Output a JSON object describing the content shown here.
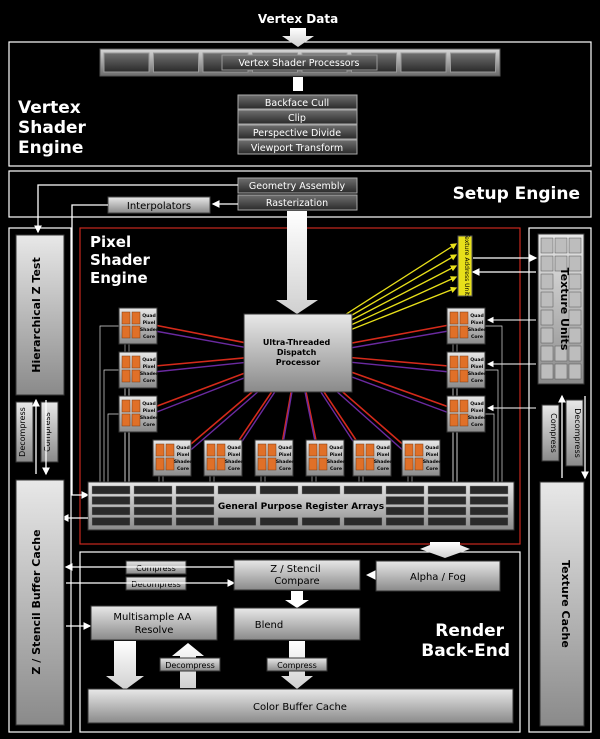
{
  "top_input": "Vertex Data",
  "vertex_engine": {
    "title_line1": "Vertex",
    "title_line2": "Shader",
    "title_line3": "Engine",
    "processors_label": "Vertex Shader Processors",
    "stages": [
      "Backface Cull",
      "Clip",
      "Perspective Divide",
      "Viewport Transform"
    ]
  },
  "setup_engine": {
    "title": "Setup Engine",
    "geometry_assembly": "Geometry Assembly",
    "rasterization": "Rasterization",
    "interpolators": "Interpolators"
  },
  "pixel_engine": {
    "title_line1": "Pixel",
    "title_line2": "Shader",
    "title_line3": "Engine",
    "dispatch_line1": "Ultra-Threaded",
    "dispatch_line2": "Dispatch",
    "dispatch_line3": "Processor",
    "quad_line1": "Quad",
    "quad_line2": "Pixel",
    "quad_line3": "Shader",
    "quad_line4": "Core",
    "texture_address": "Texture Address Units",
    "register_arrays": "General Purpose Register Arrays"
  },
  "left_column": {
    "hierarchical_z": "Hierarchical Z Test",
    "decompress": "Decompress",
    "compress": "Compress",
    "z_stencil_cache": "Z / Stencil Buffer Cache"
  },
  "right_column": {
    "texture_units": "Texture Units",
    "compress": "Compress",
    "decompress": "Decompress",
    "texture_cache": "Texture Cache"
  },
  "render_backend": {
    "title_line1": "Render",
    "title_line2": "Back-End",
    "compress": "Compress",
    "decompress": "Decompress",
    "z_compare_line1": "Z / Stencil",
    "z_compare_line2": "Compare",
    "alpha_fog": "Alpha / Fog",
    "msaa_line1": "Multisample AA",
    "msaa_line2": "Resolve",
    "blend": "Blend",
    "decompress_bottom": "Decompress",
    "compress_bottom": "Compress",
    "color_cache": "Color Buffer Cache"
  },
  "colors": {
    "background": "#000000",
    "frame": "#ffffff",
    "pixel_frame": "#c8281e",
    "arrow_red": "#d42a1a",
    "arrow_purple": "#6a2aa0",
    "arrow_yellow": "#e8e01a",
    "core_orange": "#e07028"
  }
}
